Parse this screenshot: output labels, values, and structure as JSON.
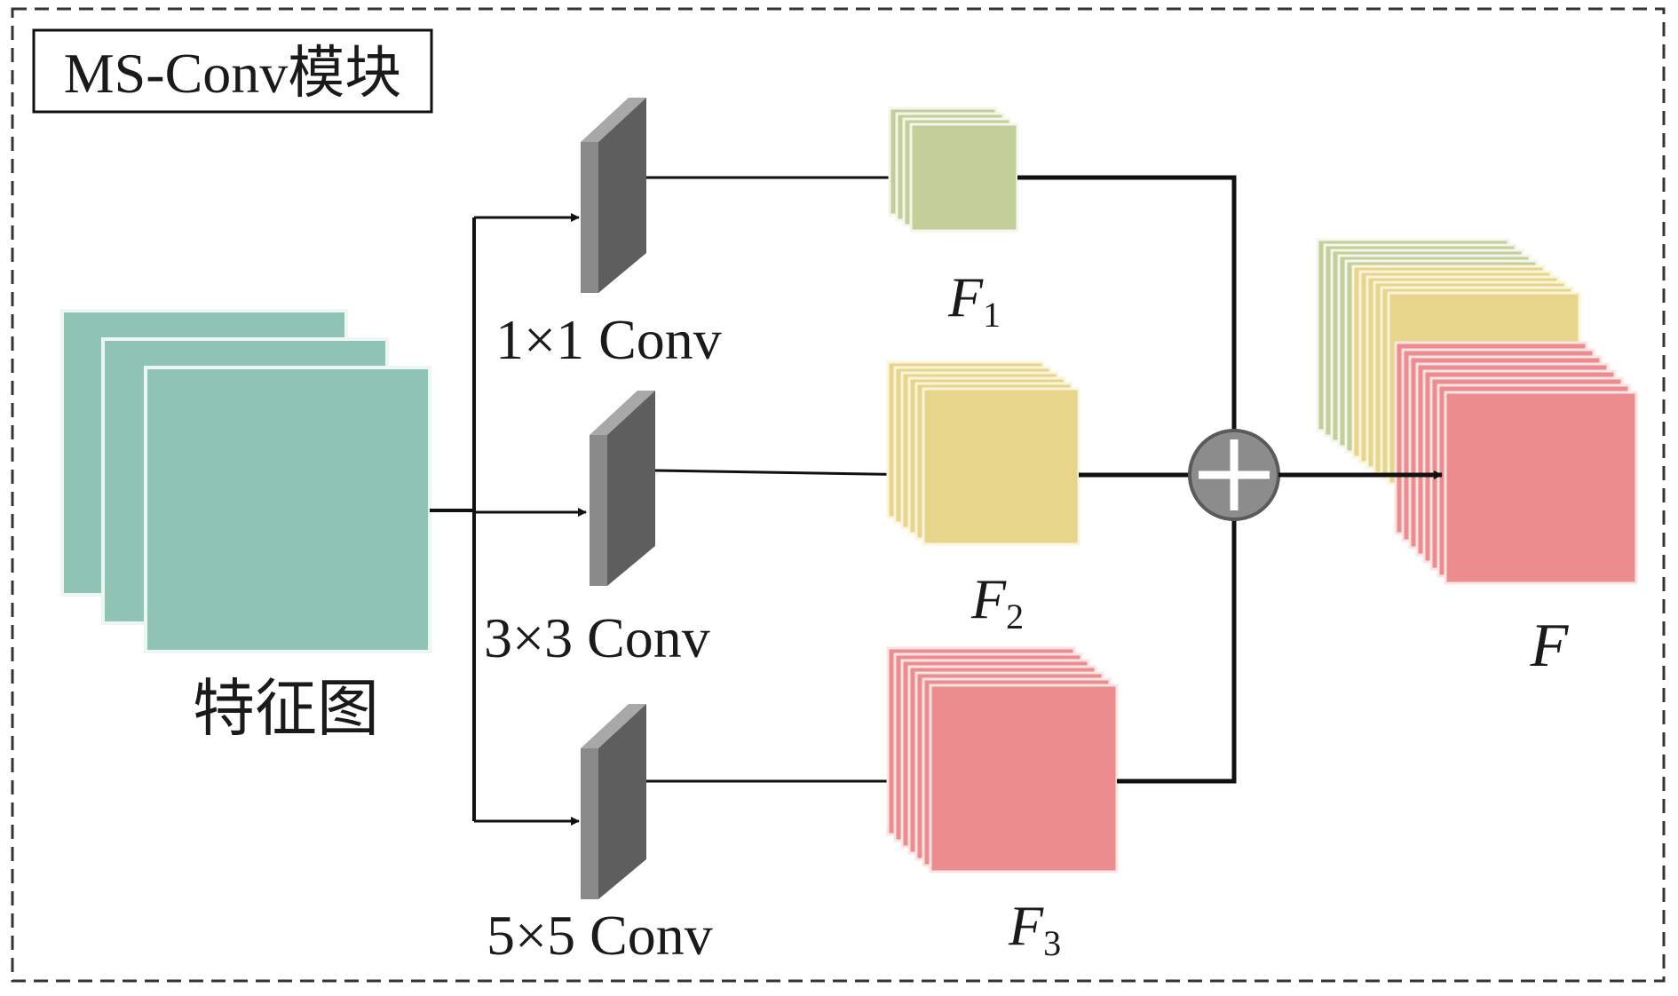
{
  "title": "MS-Conv模块",
  "input_label": "特征图",
  "branches": [
    {
      "conv_label": "1×1 Conv",
      "output_symbol": "F",
      "output_subscript": "1",
      "color": "#c2cf9a"
    },
    {
      "conv_label": "3×3 Conv",
      "output_symbol": "F",
      "output_subscript": "2",
      "color": "#e6d58a"
    },
    {
      "conv_label": "5×5 Conv",
      "output_symbol": "F",
      "output_subscript": "3",
      "color": "#ec8c8e"
    }
  ],
  "output_label": "F",
  "colors": {
    "input": "#8fc3b4",
    "kernel_front": "#8a8a8a",
    "kernel_side": "#5e5e5e",
    "kernel_top": "#a8a8a8",
    "adder": "#8c8c8c",
    "line": "#111111"
  },
  "icons": {
    "adder": "circle-plus-icon",
    "kernel": "conv-kernel-icon"
  }
}
